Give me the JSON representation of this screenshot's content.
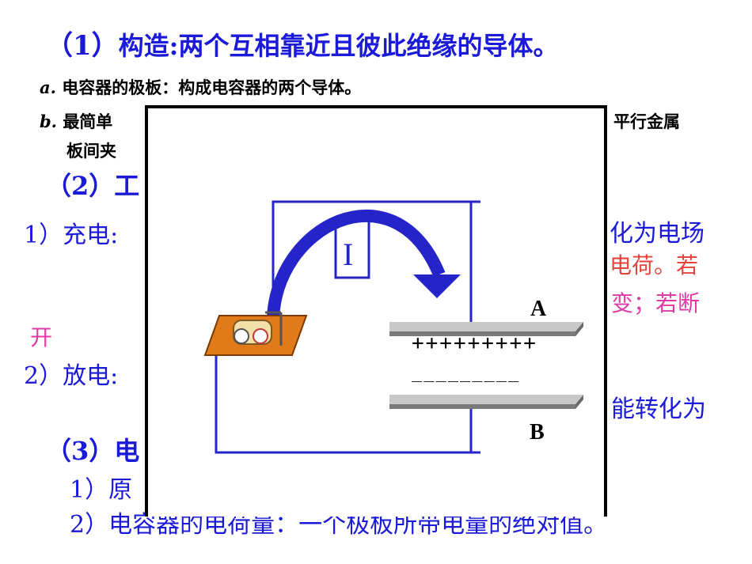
{
  "heading1": {
    "num": "（1）",
    "text": "构造:两个互相靠近且彼此绝缘的导体。"
  },
  "item_a": {
    "marker": "a.",
    "text": "电容器的极板：构成电容器的两个导体。"
  },
  "item_b": {
    "marker": "b.",
    "text_left": "最简单",
    "text_right": "平行金属",
    "line2": "板间夹"
  },
  "heading2": {
    "num": "（2）",
    "text": "工"
  },
  "charge": {
    "label": "1）充电:",
    "right1": "化为电场",
    "right2": "电荷。若",
    "right3": "变；若断",
    "cont": "开"
  },
  "discharge": {
    "label": "2）放电:",
    "right": "能转化为"
  },
  "heading3": {
    "num": "（3）",
    "text": "电"
  },
  "item3_1": {
    "text": "1）原"
  },
  "item3_2": {
    "text": "2）电容器的电荷量：一个极板所带电量的绝对值。"
  },
  "diagram": {
    "current_label": "I",
    "plate_a_label": "A",
    "plate_b_label": "B",
    "plate_a_charges": "+++++++++",
    "plate_b_charges": "‾‾‾‾‾‾‾‾‾",
    "colors": {
      "wire": "#2424c8",
      "plate": "#9a9a9a",
      "switch": "#e07a1a"
    }
  }
}
